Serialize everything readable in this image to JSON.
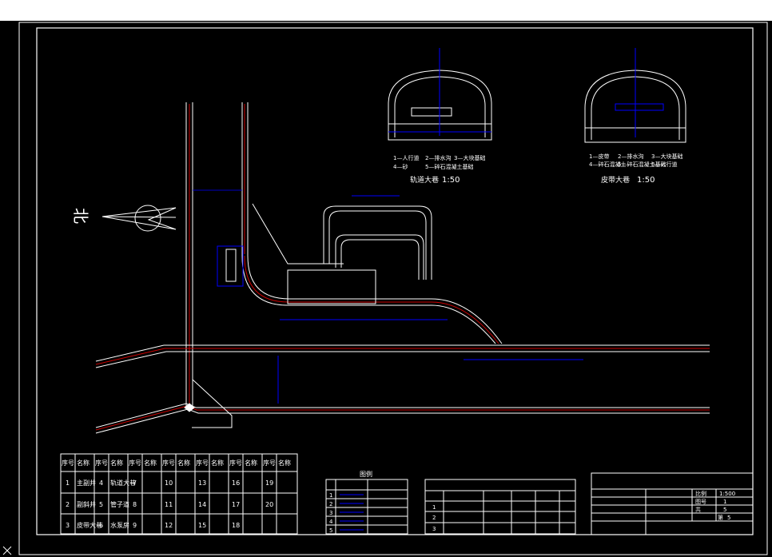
{
  "drawing": {
    "north_label": "北",
    "section_left": {
      "title": "轨道大巷",
      "scale": "1:50",
      "legend": [
        "1—人行道",
        "2—排水沟",
        "3—大块基础",
        "4—砂",
        "5—碎石混凝土基础"
      ]
    },
    "section_right": {
      "title": "皮带大巷",
      "scale": "1:50",
      "legend": [
        "1—皮带",
        "2—排水沟",
        "3—大块基础",
        "4—碎石混凝土",
        "5—碎石混凝土基础",
        "6—人行道"
      ]
    },
    "structure_table": {
      "headers": [
        "序号",
        "名称",
        "序号",
        "名称",
        "序号",
        "名称",
        "序号",
        "名称",
        "序号",
        "名称",
        "序号",
        "名称",
        "序号",
        "名称"
      ],
      "rows": [
        [
          "1",
          "主副井",
          "4",
          "轨道大巷",
          "7",
          "",
          "10",
          "",
          "13",
          "",
          "16",
          "",
          "19",
          ""
        ],
        [
          "2",
          "副斜井",
          "5",
          "管子道",
          "8",
          "",
          "11",
          "",
          "14",
          "",
          "17",
          "",
          "20",
          ""
        ],
        [
          "3",
          "皮带大巷",
          "6",
          "水泵房",
          "9",
          "",
          "12",
          "",
          "15",
          "",
          "18",
          "",
          "",
          ""
        ]
      ]
    },
    "legend_table": {
      "title": "图例",
      "rows": [
        "1",
        "2",
        "3",
        "4",
        "5"
      ]
    },
    "param_table": {
      "rows": [
        "1",
        "2",
        "3"
      ]
    },
    "title_block": {
      "scale_label": "比例",
      "scale_value": "1:500",
      "sheet_label": "图号",
      "sheet_value": "1",
      "count_label": "共",
      "count_value": "5",
      "page_label": "第",
      "page_value": "5"
    }
  }
}
